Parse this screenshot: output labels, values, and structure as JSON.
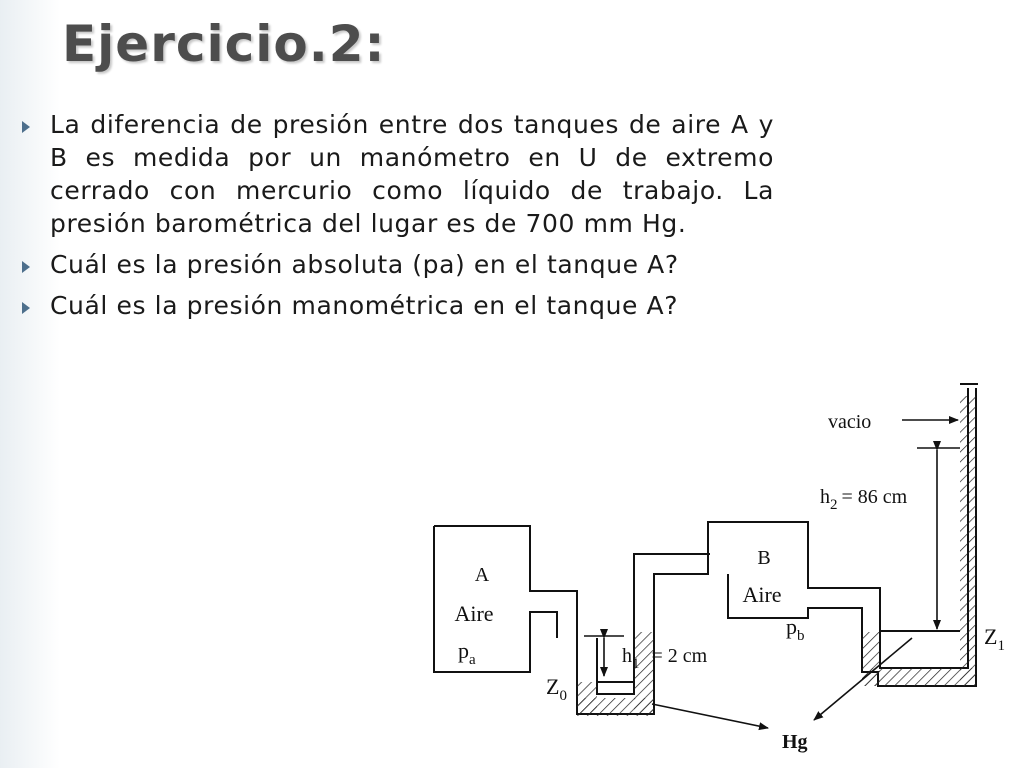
{
  "slide": {
    "title": "Ejercicio.2:",
    "bullets": [
      "La diferencia de presión entre dos tanques de aire A y B es medida por un manómetro en U de extremo cerrado con  mercurio como líquido de trabajo. La presión barométrica del lugar es de 700 mm Hg.",
      "Cuál es la presión absoluta (pa) en el tanque A?",
      "Cuál es la presión manométrica en el tanque A?"
    ]
  },
  "diagram": {
    "tank_a": {
      "name": "A",
      "content": "Aire",
      "pressure_symbol": "p",
      "pressure_sub": "a"
    },
    "tank_b": {
      "name": "B",
      "content": "Aire",
      "pressure_symbol": "p",
      "pressure_sub": "b"
    },
    "vacuum_label": "vacio",
    "h2": {
      "symbol": "h",
      "sub": "2",
      "value": "= 86 cm"
    },
    "h1": {
      "symbol": "h",
      "sub": "1",
      "value": "= 2 cm"
    },
    "z0": {
      "symbol": "Z",
      "sub": "0"
    },
    "z1": {
      "symbol": "Z",
      "sub": "1"
    },
    "fluid_label": "Hg"
  }
}
